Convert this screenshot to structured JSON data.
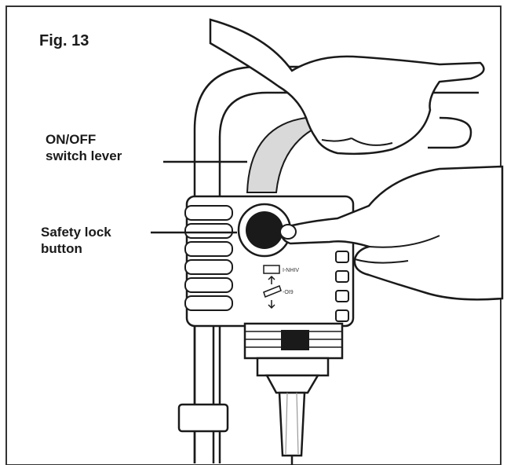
{
  "figure": {
    "title": "Fig. 13"
  },
  "callouts": {
    "switch_lever": {
      "line1": "ON/OFF",
      "line2": "switch lever"
    },
    "safety_lock": {
      "line1": "Safety lock",
      "line2": "button"
    }
  },
  "panel_markings": {
    "on": "I-NHIV",
    "off": "-OI9"
  },
  "colors": {
    "ink": "#1a1a1a",
    "shade": "#d9d9d9",
    "frame": "#333333"
  }
}
